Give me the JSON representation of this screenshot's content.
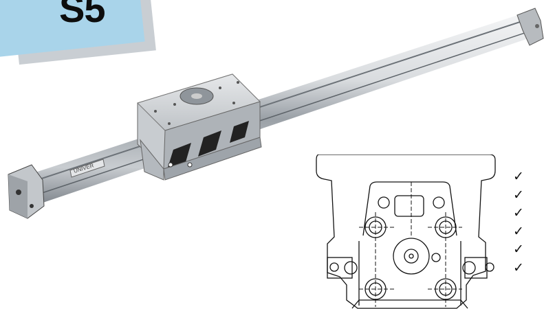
{
  "badge": {
    "label": "S5",
    "color": "#a9d4ea",
    "shadow_color": "#c9ced3"
  },
  "product_image": {
    "icon": "rodless-cylinder-photo",
    "nameplate": "UNIVER"
  },
  "technical_drawing": {
    "icon": "cylinder-section-drawing"
  },
  "checklist": {
    "icon": "checkmark-icon",
    "items": [
      "✓",
      "✓",
      "✓",
      "✓",
      "✓",
      "✓"
    ]
  }
}
